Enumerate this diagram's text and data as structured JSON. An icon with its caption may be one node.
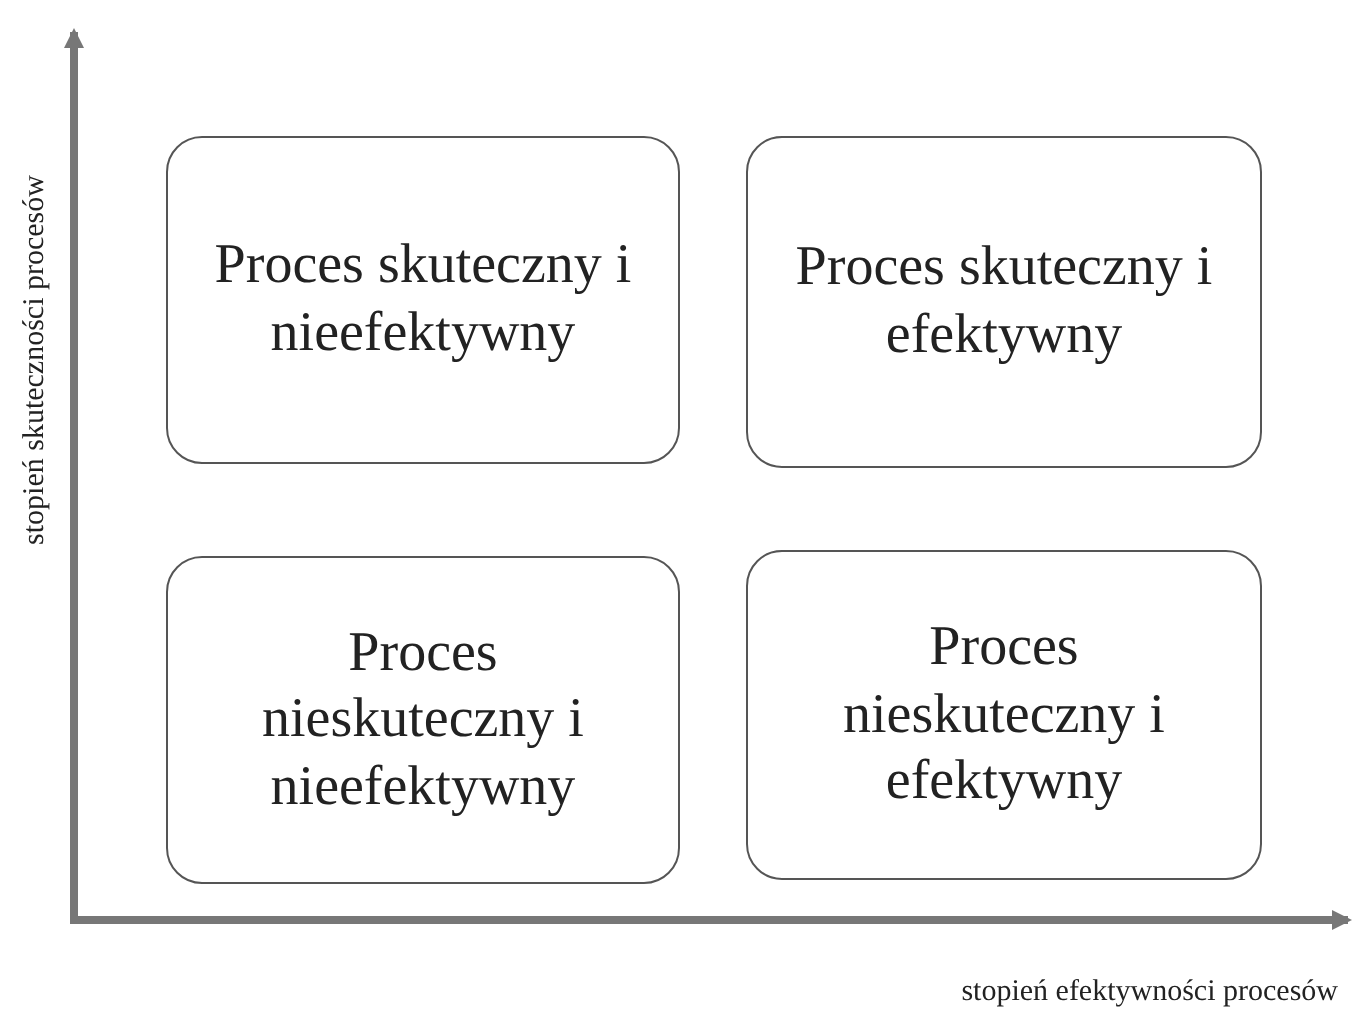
{
  "diagram": {
    "nodes": [
      {
        "text": [
          "Proces skuteczny i nieefektywny"
        ]
      },
      {
        "text": [
          "Proces skuteczny i efektywny"
        ]
      },
      {
        "text": [
          "Proces nieskuteczny i nieefektywny"
        ]
      },
      {
        "text": [
          "Proces nieskuteczny i efektywny"
        ]
      }
    ],
    "edges": [],
    "labels": [
      "stopień skuteczności procesów",
      "stopień efektywności procesów"
    ]
  }
}
